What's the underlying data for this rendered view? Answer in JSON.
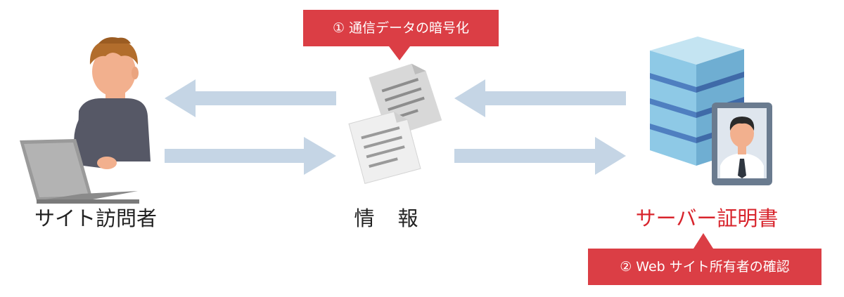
{
  "callouts": {
    "encryption": "① 通信データの暗号化",
    "owner_check": "② Web サイト所有者の確認"
  },
  "labels": {
    "visitor": "サイト訪問者",
    "information": "情　報",
    "certificate": "サーバー証明書"
  },
  "colors": {
    "callout_red": "#db3e45",
    "certificate_label_red": "#d8242c",
    "arrow_blue": "#c5d5e5",
    "server_blue": "#8ec9e6"
  },
  "icons": {
    "visitor": "person-with-laptop-icon",
    "information": "documents-icon",
    "server": "server-stack-icon",
    "certificate": "id-card-icon"
  }
}
